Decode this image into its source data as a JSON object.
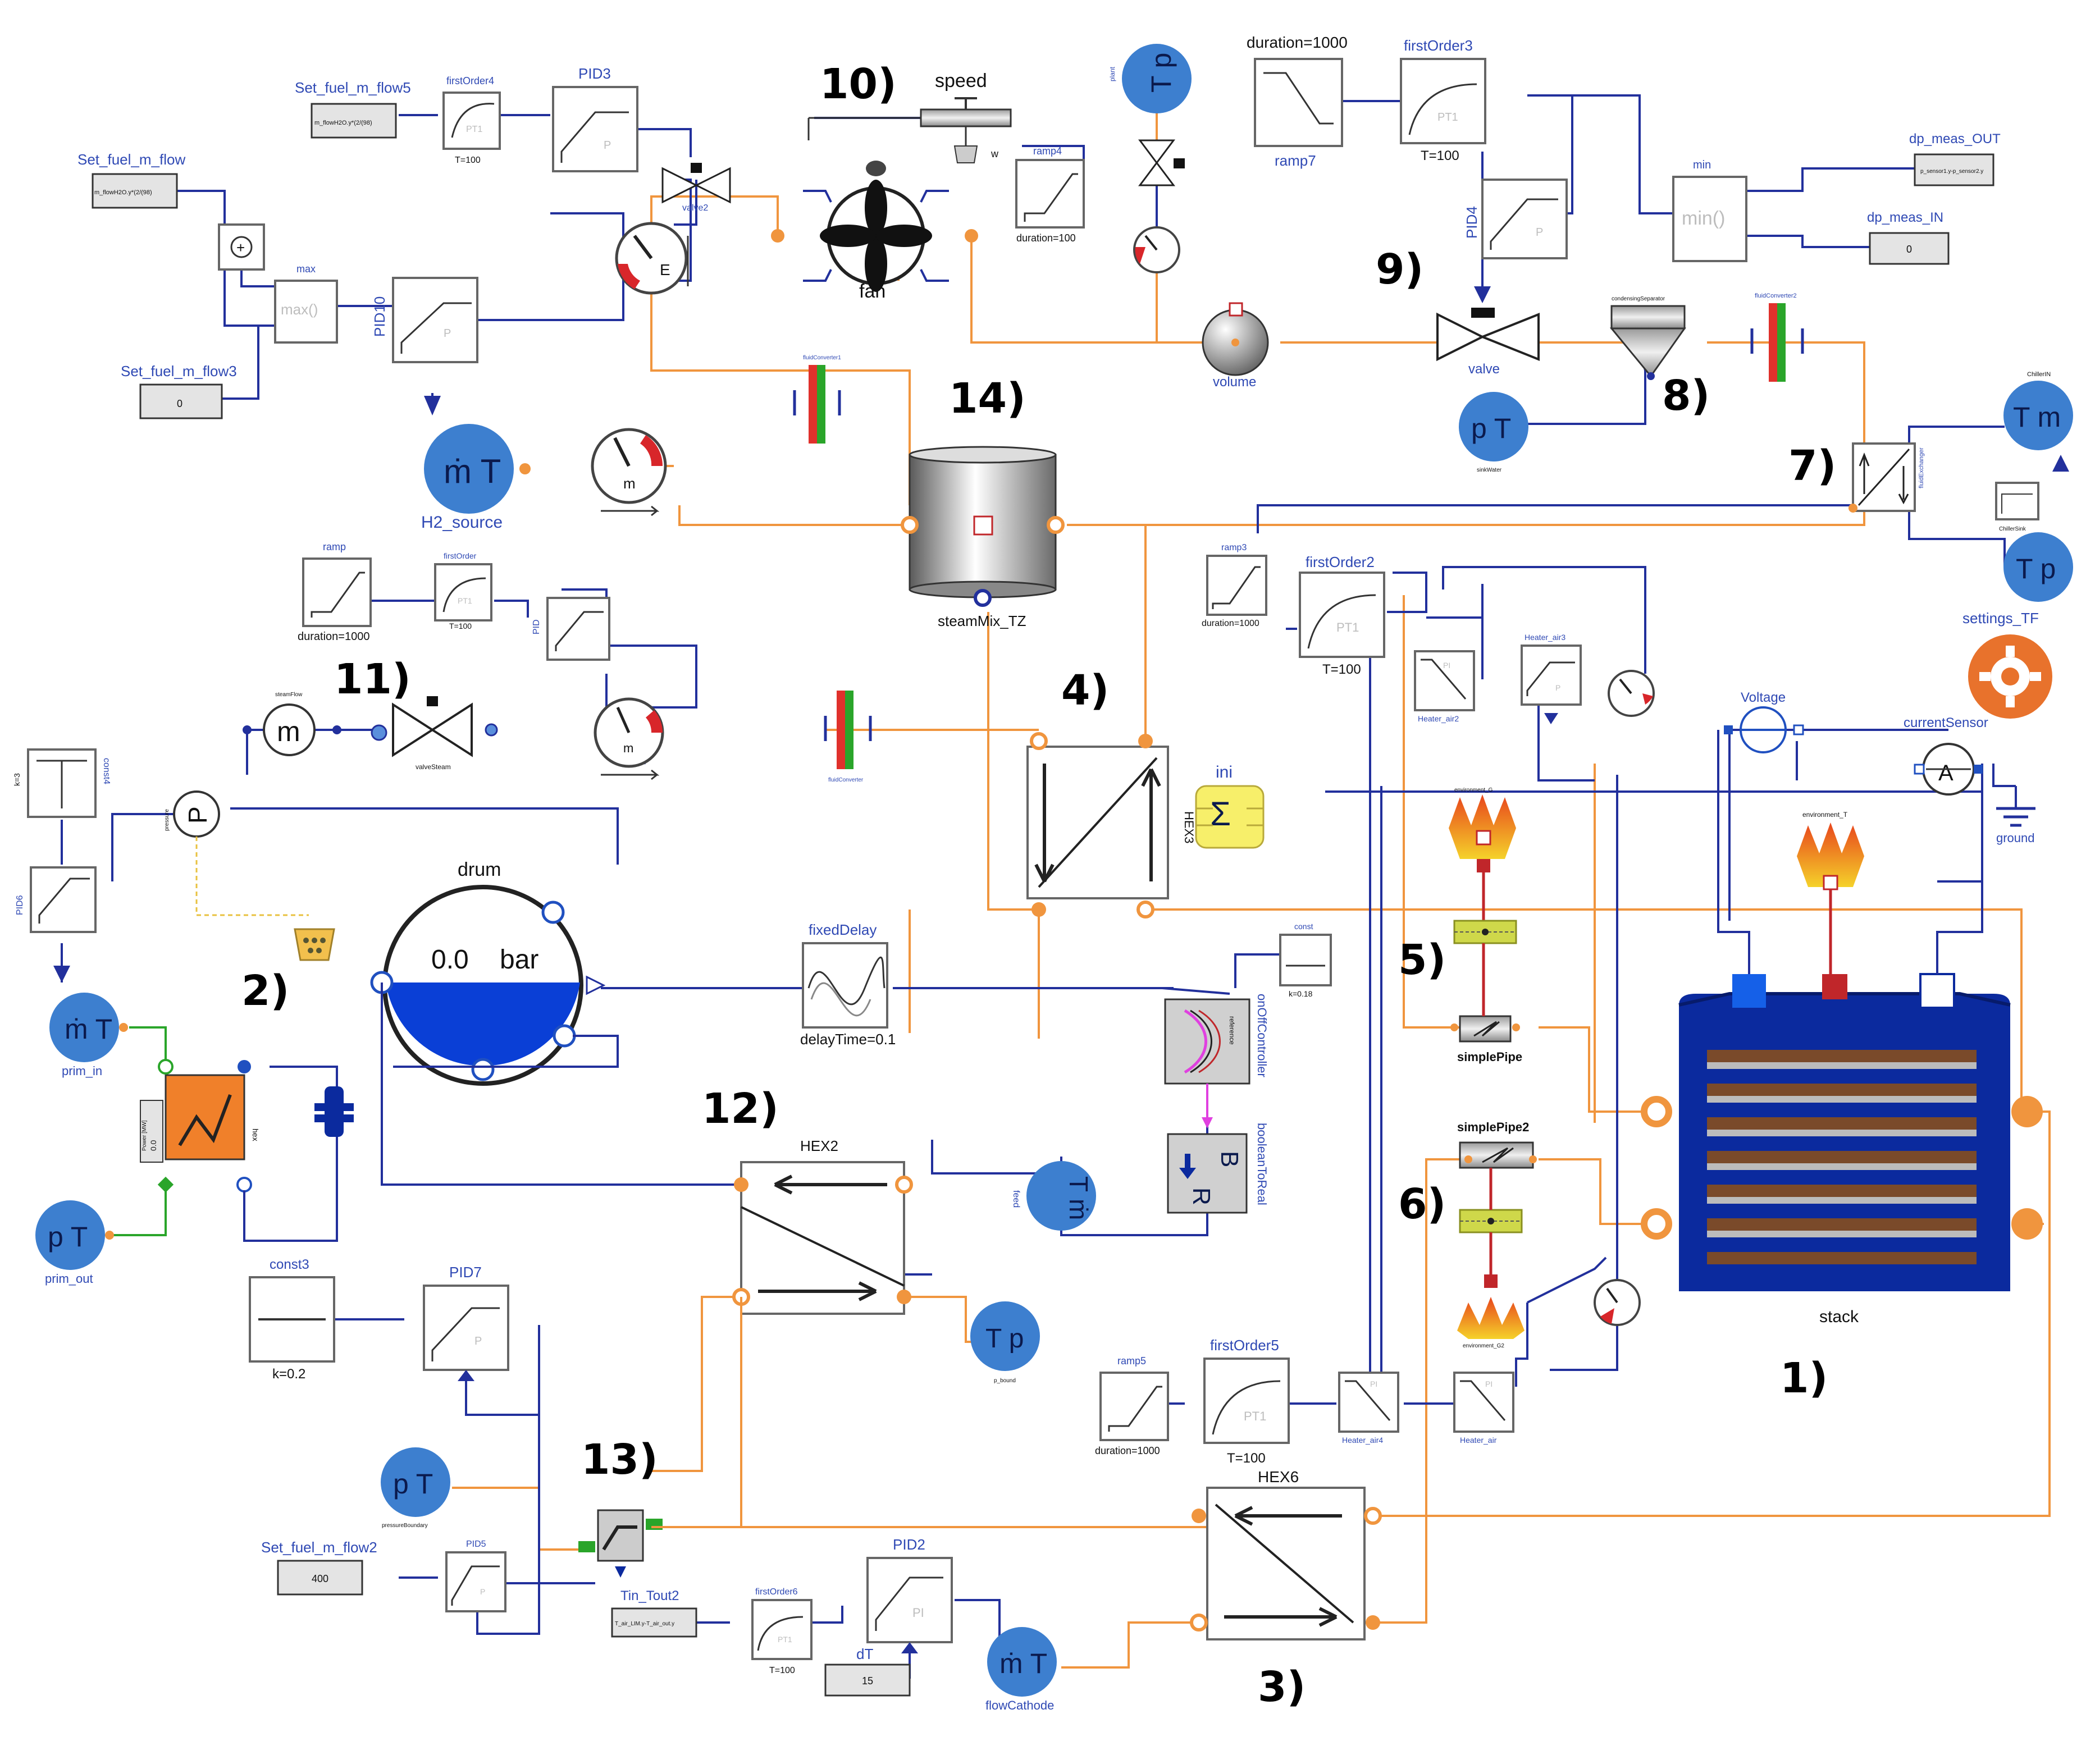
{
  "numbers": [
    "1)",
    "2)",
    "3)",
    "4)",
    "5)",
    "6)",
    "7)",
    "8)",
    "9)",
    "10)",
    "11)",
    "12)",
    "13)",
    "14)"
  ],
  "labels": {
    "set_fuel_m_flow5": "Set_fuel_m_flow5",
    "set_fuel_m_flow5_expr": "m_flowH2O.y*(2/(98)",
    "first_order4": "firstOrder4",
    "t100_a": "T=100",
    "pid3": "PID3",
    "speed": "speed",
    "w": "w",
    "ramp4": "ramp4",
    "duration100": "duration=100",
    "duration1000_top": "duration=1000",
    "ramp7": "ramp7",
    "first_order3": "firstOrder3",
    "t100_b": "T=100",
    "pid4": "PID4",
    "min": "min",
    "min_op": "min()",
    "dp_meas_out": "dp_meas_OUT",
    "dp_meas_in": "dp_meas_IN",
    "dp_in_val": "0",
    "set_fuel_m_flow": "Set_fuel_m_flow",
    "set_fuel_m_flow_expr": "m_flowH2O.y*(2/(98)",
    "max": "max",
    "max_op": "max()",
    "pid10": "PID10",
    "set_fuel_m_flow3": "Set_fuel_m_flow3",
    "sfm3_val": "0",
    "valve2": "valve2",
    "fan": "fan",
    "volume": "volume",
    "valve": "valve",
    "condensing_separator": "condensingSeparator",
    "fluid_converter2": "fluidConverter2",
    "h2_source": "H2_source",
    "steam_mix": "steamMix_TZ",
    "chiller_in": "ChillerIN",
    "settings_tf": "settings_TF",
    "ramp": "ramp",
    "duration1000_b": "duration=1000",
    "first_order": "firstOrder",
    "pid": "PID",
    "steam_flow": "steamFlow",
    "valve_steam": "valveSteam",
    "fluid_converter": "fluidConverter",
    "const4": "const4",
    "k3": "k=3",
    "pid6": "PID6",
    "pressure": "pressure",
    "ramp3": "ramp3",
    "duration1000_c": "duration=1000",
    "first_order2": "firstOrder2",
    "t100_c": "T=100",
    "heater_air2": "Heater_air2",
    "heater_air3": "Heater_air3",
    "voltage": "Voltage",
    "current_sensor": "currentSensor",
    "ground": "ground",
    "ini": "ini",
    "hex3": "HEX3",
    "environment_g": "environment_G",
    "environment_t": "environment_T",
    "drum": "drum",
    "drum_value": "0.0",
    "drum_unit": "bar",
    "fixed_delay": "fixedDelay",
    "delay_time": "delayTime=0.1",
    "const": "const",
    "k018": "k=0.18",
    "on_off_controller": "onOffController",
    "reference": "reference",
    "simple_pipe": "simplePipe",
    "simple_pipe2": "simplePipe2",
    "boolean_to_real": "booleanToReal",
    "prim_in": "prim_in",
    "prim_out": "prim_out",
    "power_mw": "Power [MW]",
    "power_val": "0.0",
    "hex": "hex",
    "hex2": "HEX2",
    "feed": "feed",
    "p_bound": "p_bound",
    "stack": "stack",
    "const3": "const3",
    "k02": "k=0.2",
    "pid7": "PID7",
    "pressure_boundary": "pressureBoundary",
    "set_fuel_m_flow2": "Set_fuel_m_flow2",
    "sfm2_val": "400",
    "pid5": "PID5",
    "tin_tout2": "Tin_Tout2",
    "tin_expr": "T_air_LIM.y-T_air_out.y",
    "first_order6": "firstOrder6",
    "t100_d": "T=100",
    "pid2": "PID2",
    "dt": "dT",
    "dt_val": "15",
    "flow_cathode": "flowCathode",
    "ramp5": "ramp5",
    "duration1000_d": "duration=1000",
    "first_order5": "firstOrder5",
    "t100_e": "T=100",
    "heater_air4": "Heater_air4",
    "heater_air": "Heater_air",
    "hex6": "HEX6",
    "sink_water": "sinkWater",
    "chiller_sink": "ChillerSink",
    "pt1": "PT1",
    "p": "P",
    "pi": "PI",
    "environment_g2": "environment_G2",
    "plant": "plant",
    "m_sym": "m",
    "e_sym": "E",
    "p_sym": "P",
    "a_sym": "A",
    "b_sym": "B",
    "r_sym": "R",
    "sensor_mT": "ṁ T",
    "sensor_pT": "p T",
    "sensor_Tm": "T m",
    "sensor_Tp": "T p",
    "sensor_Tmdot": "T ṁ",
    "sensor_Tp_top": "T p"
  },
  "colors": {
    "fluid_pipe": "#f0953e",
    "signal": "#22309c",
    "sensor_fill": "#3d7fcf",
    "label_blue": "#2f49b4",
    "water": "#0a3fd6",
    "stack_body": "#0b2a9e",
    "stack_plate": "#7a4a2a",
    "heat_flame": "#e8451c"
  }
}
